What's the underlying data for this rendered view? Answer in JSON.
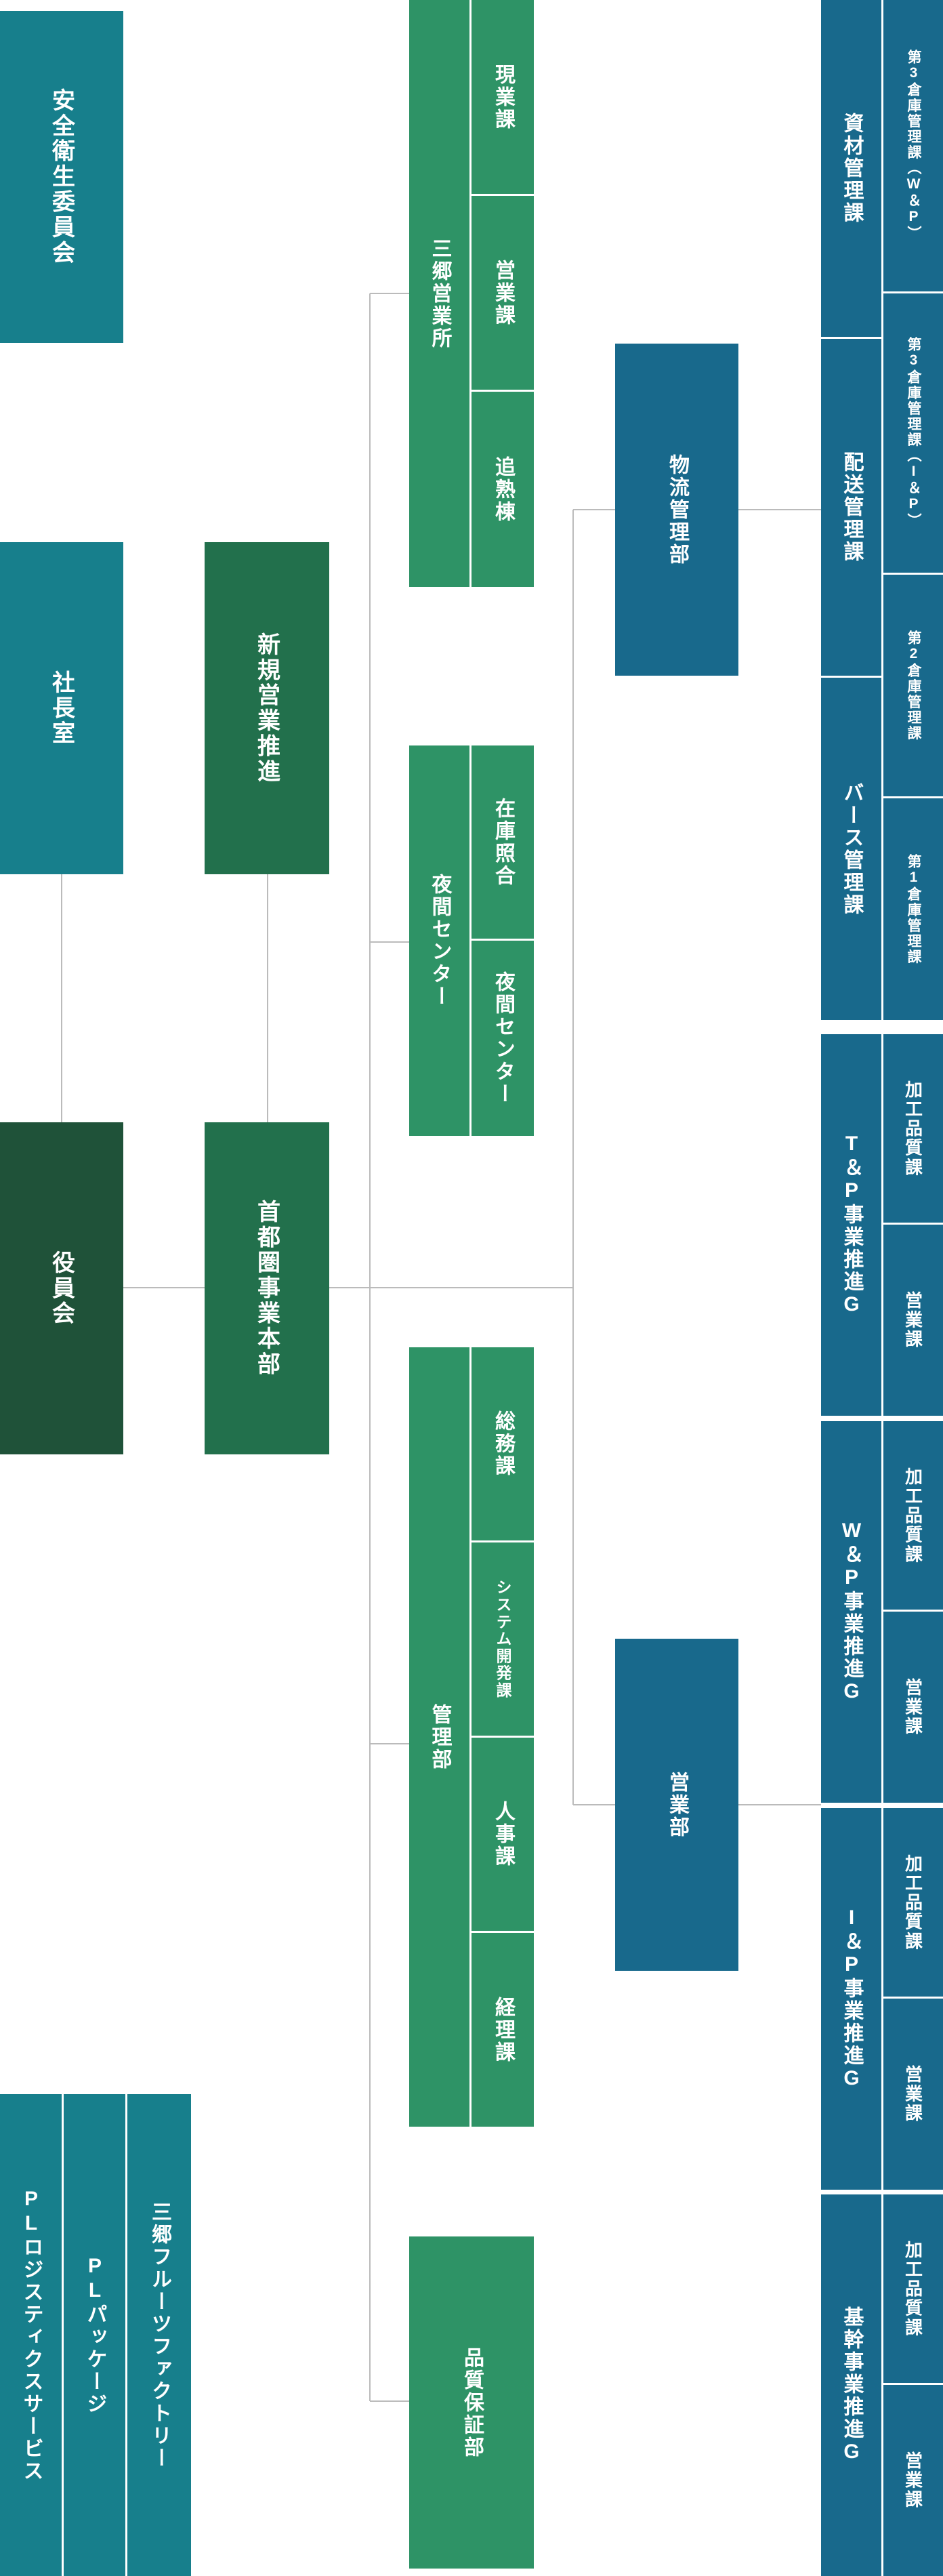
{
  "org": {
    "left": {
      "safety_committee": "安全衛生委員会",
      "president_office": "社長室",
      "board": "役員会"
    },
    "hq": {
      "new_business": "新規営業推進",
      "metro_hq": "首都圏事業本部"
    },
    "affiliates": [
      "三郷フルーツファクトリー",
      "PLパッケージ",
      "PLロジスティクスサービス"
    ],
    "misato": {
      "name": "三郷営業所",
      "sections": [
        "現業課",
        "営業課",
        "追熟棟"
      ]
    },
    "night": {
      "name": "夜間センター",
      "sections": [
        "在庫照合",
        "夜間センター"
      ]
    },
    "admin": {
      "name": "管理部",
      "sections": [
        "総務課",
        "システム開発課",
        "人事課",
        "経理課"
      ]
    },
    "quality": "品質保証部",
    "logistics": {
      "name": "物流管理部",
      "materials": "資材管理課",
      "delivery": "配送管理課",
      "berth": "バース管理課",
      "warehouses": [
        "第3倉庫管理課（W＆P）",
        "第3倉庫管理課（I＆P）",
        "第2倉庫管理課",
        "第1倉庫管理課"
      ]
    },
    "sales": {
      "name": "営業部",
      "groups": [
        {
          "name": "T＆P事業推進G",
          "sections": [
            "加工品質課",
            "営業課"
          ]
        },
        {
          "name": "W＆P事業推進G",
          "sections": [
            "加工品質課",
            "営業課"
          ]
        },
        {
          "name": "I＆P事業推進G",
          "sections": [
            "加工品質課",
            "営業課"
          ]
        },
        {
          "name": "基幹事業推進G",
          "sections": [
            "加工品質課",
            "営業課"
          ]
        }
      ]
    }
  },
  "colors": {
    "teal": "#177f8c",
    "board": "#1f5239",
    "hq_green": "#22704c",
    "dept_green": "#2e9366",
    "blue": "#18698c",
    "line": "#bbbbbb"
  }
}
